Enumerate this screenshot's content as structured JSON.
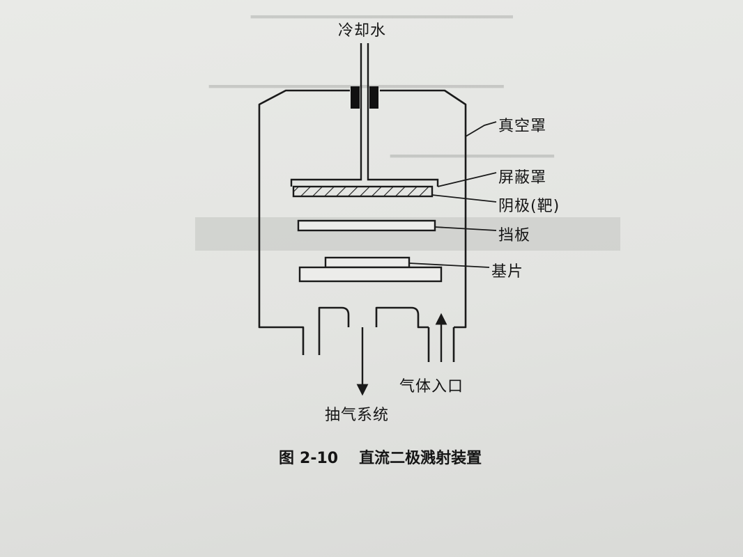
{
  "labels": {
    "cooling_water": "冷却水",
    "vacuum_cover": "真空罩",
    "shield_cover": "屏蔽罩",
    "cathode_target": "阴极(靶)",
    "baffle": "挡板",
    "substrate": "基片",
    "gas_inlet": "气体入口",
    "exhaust_system": "抽气系统"
  },
  "caption": {
    "prefix": "图",
    "number": "2-10",
    "title": "直流二极溅射装置"
  }
}
